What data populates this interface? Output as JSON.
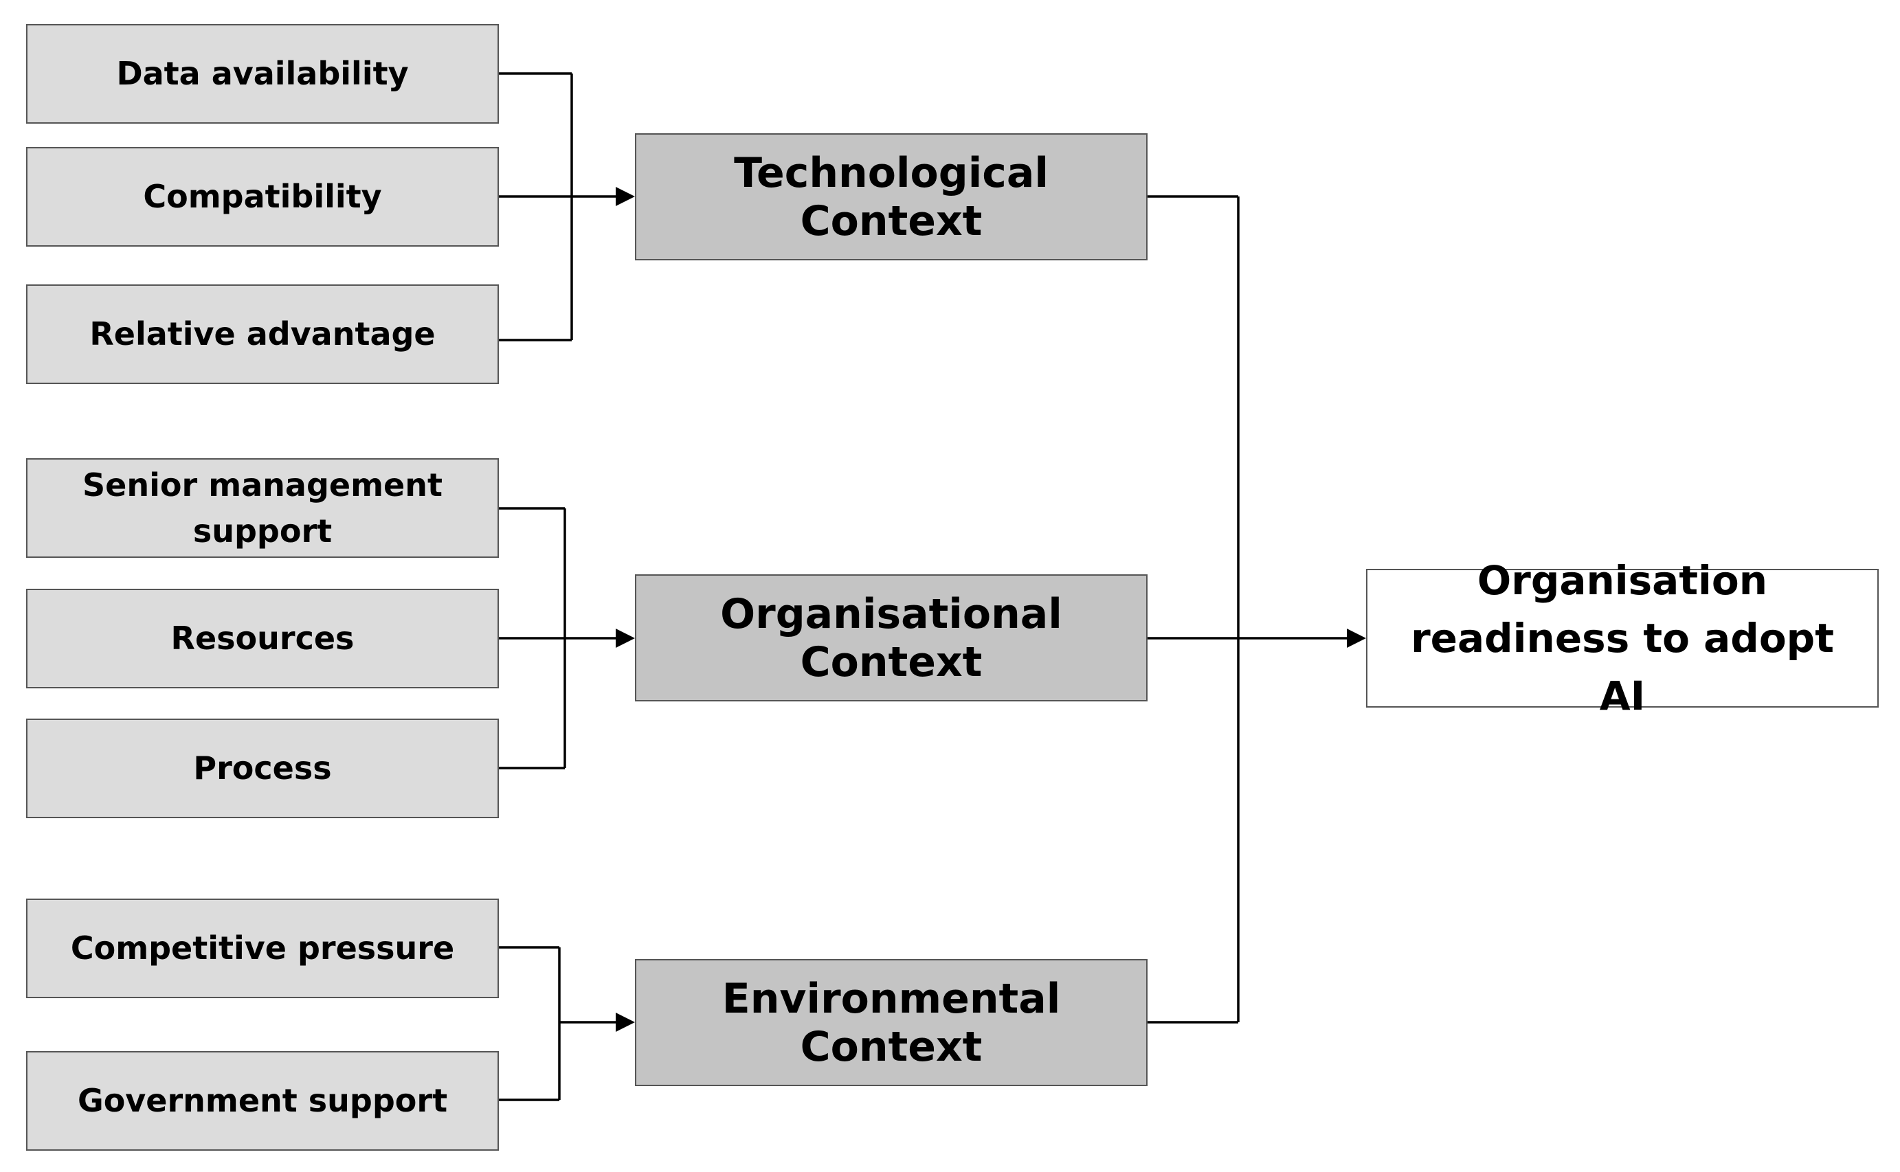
{
  "factors": {
    "technological": [
      "Data availability",
      "Compatibility",
      "Relative advantage"
    ],
    "organisational": [
      "Senior management support",
      "Resources",
      "Process"
    ],
    "environmental": [
      "Competitive pressure",
      "Government support"
    ]
  },
  "contexts": {
    "technological": "Technological Context",
    "organisational": "Organisational Context",
    "environmental": "Environmental Context"
  },
  "outcome": "Organisation readiness to adopt AI"
}
